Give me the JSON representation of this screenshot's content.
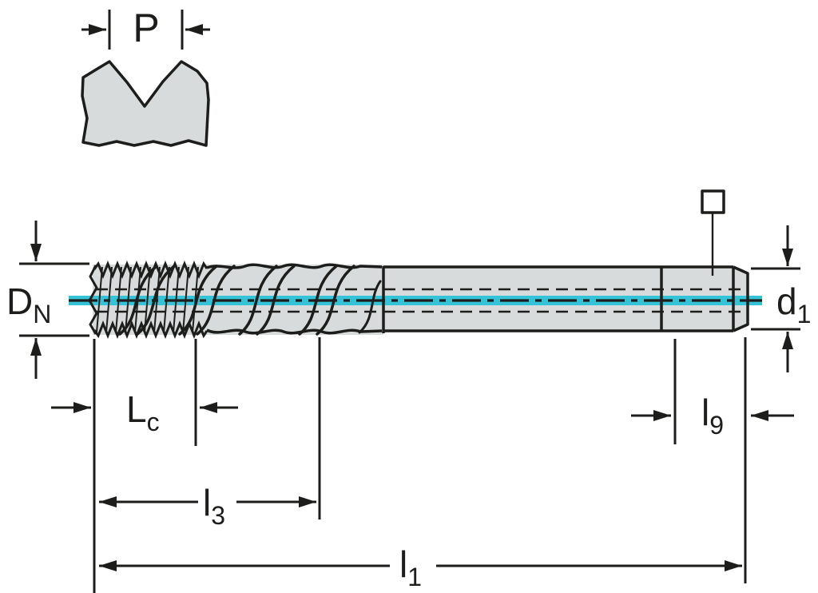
{
  "diagram": {
    "title": "tap-technical-drawing",
    "labels": {
      "pitch": {
        "base": "P",
        "sub": ""
      },
      "nominal_diameter": {
        "base": "D",
        "sub": "N"
      },
      "shank_diameter": {
        "base": "d",
        "sub": "1"
      },
      "chamfer_length": {
        "base": "L",
        "sub": "c"
      },
      "thread_length": {
        "base": "l",
        "sub": "3"
      },
      "overall_length": {
        "base": "l",
        "sub": "1"
      },
      "square_length": {
        "base": "l",
        "sub": "9"
      }
    },
    "colors": {
      "centerline_cyan": "#35c4d7",
      "tool_fill": "#d7dbdb",
      "line_color": "#1d1d1b",
      "background": "#ffffff"
    }
  }
}
